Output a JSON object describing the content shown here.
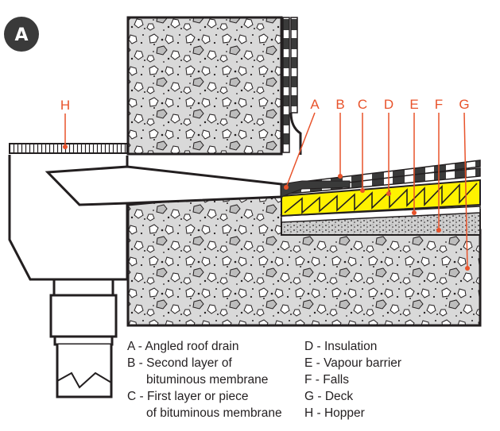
{
  "badge": {
    "letter": "A"
  },
  "callouts": {
    "A": "A",
    "B": "B",
    "C": "C",
    "D": "D",
    "E": "E",
    "F": "F",
    "G": "G",
    "H": "H"
  },
  "legend": {
    "a": "A - Angled roof drain",
    "b_line1": "B - Second layer of",
    "b_line2": "bituminous membrane",
    "c_line1": "C - First layer or piece",
    "c_line2": "of bituminous membrane",
    "d": "D - Insulation",
    "e": "E - Vapour barrier",
    "f": "F - Falls",
    "g": "G - Deck",
    "h": "H - Hopper"
  },
  "colors": {
    "accent": "#e8532b",
    "line": "#231f20",
    "concrete": "#d9d9d9",
    "insulation": "#fff200",
    "badge": "#3a3a3a"
  }
}
